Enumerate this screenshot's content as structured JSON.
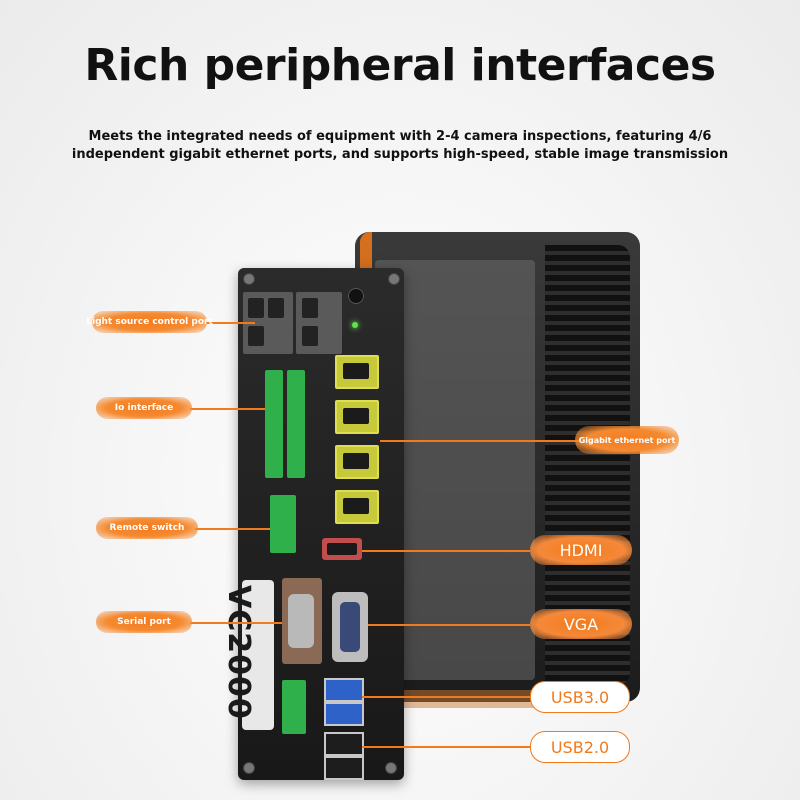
{
  "header": {
    "title": "Rich peripheral interfaces",
    "subtitle": "Meets the integrated needs of equipment with 2-4 camera inspections, featuring 4/6 independent gigabit ethernet ports, and supports high-speed, stable image transmission"
  },
  "device": {
    "model": "VC2000"
  },
  "callouts": {
    "light_source": "Light source control port",
    "io": "Io interface",
    "remote_switch": "Remote switch",
    "serial": "Serial port",
    "gigabit": "Gigabit ethernet port",
    "hdmi": "HDMI",
    "vga": "VGA",
    "usb3": "USB3.0",
    "usb2": "USB2.0"
  },
  "colors": {
    "accent": "#f27a1a",
    "lan_port": "#c6c93a",
    "terminal": "#2fb04a",
    "usb3": "#2f62c8"
  }
}
